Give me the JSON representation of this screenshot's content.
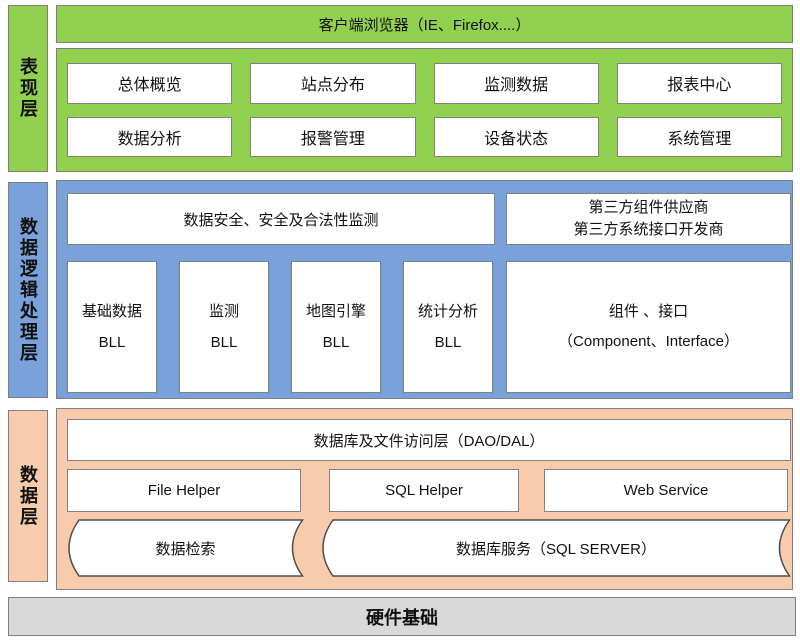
{
  "colors": {
    "presentation_green": "#92D050",
    "logic_blue": "#79A1DA",
    "data_orange": "#F8CBAD",
    "hardware_gray": "#D9D9D9",
    "box_white": "#FFFFFF",
    "border_gray": "#7F7F7F"
  },
  "presentation_layer": {
    "label": "表现层",
    "browser_bar": "客户端浏览器（IE、Firefox....）",
    "modules": [
      "总体概览",
      "站点分布",
      "监测数据",
      "报表中心",
      "数据分析",
      "报警管理",
      "设备状态",
      "系统管理"
    ]
  },
  "logic_layer": {
    "label": "数据逻辑处理层",
    "security_box": "数据安全、安全及合法性监测",
    "third_party": {
      "line1": "第三方组件供应商",
      "line2": "第三方系统接口开发商"
    },
    "bll": [
      {
        "line1": "基础数据",
        "line2": "BLL"
      },
      {
        "line1": "监测",
        "line2": "BLL"
      },
      {
        "line1": "地图引擎",
        "line2": "BLL"
      },
      {
        "line1": "统计分析",
        "line2": "BLL"
      }
    ],
    "component_box": {
      "line1": "组件 、接口",
      "line2": "（Component、Interface）"
    }
  },
  "data_layer": {
    "label": "数据层",
    "dao_bar": "数据库及文件访问层（DAO/DAL）",
    "helpers": [
      "File Helper",
      "SQL Helper",
      "Web Service"
    ],
    "stores": [
      "数据检索",
      "数据库服务（SQL SERVER）"
    ]
  },
  "hardware_layer": {
    "label": "硬件基础"
  }
}
